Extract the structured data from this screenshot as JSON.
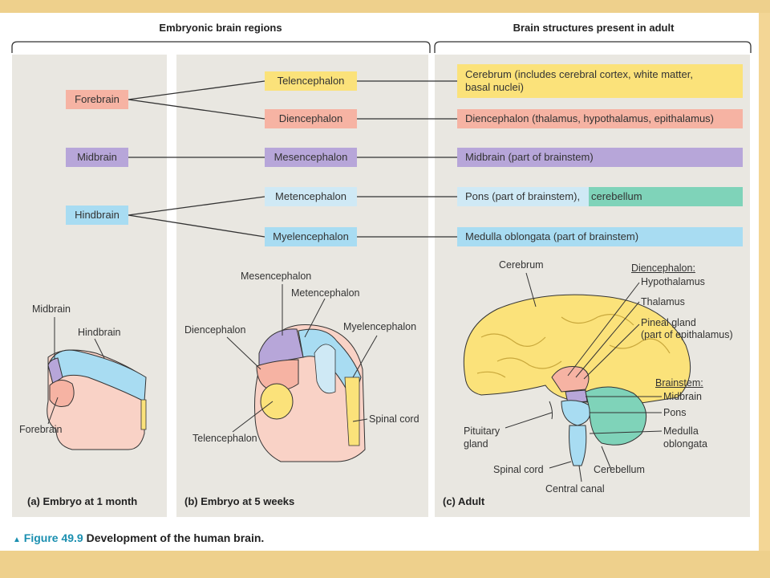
{
  "colors": {
    "telencephalon": "#fbe27a",
    "forebrain": "#f6b3a3",
    "midbrain": "#b7a6d9",
    "hindbrain": "#a8dcf2",
    "cerebellum": "#7fd3b9",
    "panel": "#e9e7e1",
    "slide_band": "#eed08c"
  },
  "headers": {
    "embryonic": "Embryonic brain regions",
    "adult": "Brain structures present in adult"
  },
  "col1": {
    "forebrain": "Forebrain",
    "midbrain": "Midbrain",
    "hindbrain": "Hindbrain"
  },
  "col2": {
    "telencephalon": "Telencephalon",
    "diencephalon": "Diencephalon",
    "mesencephalon": "Mesencephalon",
    "metencephalon": "Metencephalon",
    "myelencephalon": "Myelencephalon"
  },
  "col3": {
    "cerebrum_line1": "Cerebrum (includes cerebral cortex, white matter,",
    "cerebrum_line2": "basal nuclei)",
    "diencephalon": "Diencephalon (thalamus, hypothalamus, epithalamus)",
    "midbrain": "Midbrain (part of brainstem)",
    "pons": "Pons (part of brainstem),",
    "cerebellum": "cerebellum",
    "medulla": "Medulla oblongata (part of brainstem)"
  },
  "panel_a": {
    "midbrain": "Midbrain",
    "hindbrain": "Hindbrain",
    "forebrain": "Forebrain",
    "caption": "(a) Embryo at 1 month"
  },
  "panel_b": {
    "mesencephalon": "Mesencephalon",
    "metencephalon": "Metencephalon",
    "diencephalon": "Diencephalon",
    "myelencephalon": "Myelencephalon",
    "spinal_cord": "Spinal cord",
    "telencephalon": "Telencephalon",
    "caption": "(b) Embryo at 5 weeks"
  },
  "panel_c": {
    "cerebrum": "Cerebrum",
    "diencephalon": "Diencephalon:",
    "hypothalamus": "Hypothalamus",
    "thalamus": "Thalamus",
    "pineal1": "Pineal gland",
    "pineal2": "(part of epithalamus)",
    "brainstem": "Brainstem:",
    "midbrain": "Midbrain",
    "pons": "Pons",
    "medulla1": "Medulla",
    "medulla2": "oblongata",
    "pituitary1": "Pituitary",
    "pituitary2": "gland",
    "spinal_cord": "Spinal cord",
    "cerebellum": "Cerebellum",
    "central_canal": "Central canal",
    "caption": "(c) Adult"
  },
  "figure": {
    "marker": "▲",
    "number": "Figure 49.9",
    "title": "Development of the human brain."
  }
}
